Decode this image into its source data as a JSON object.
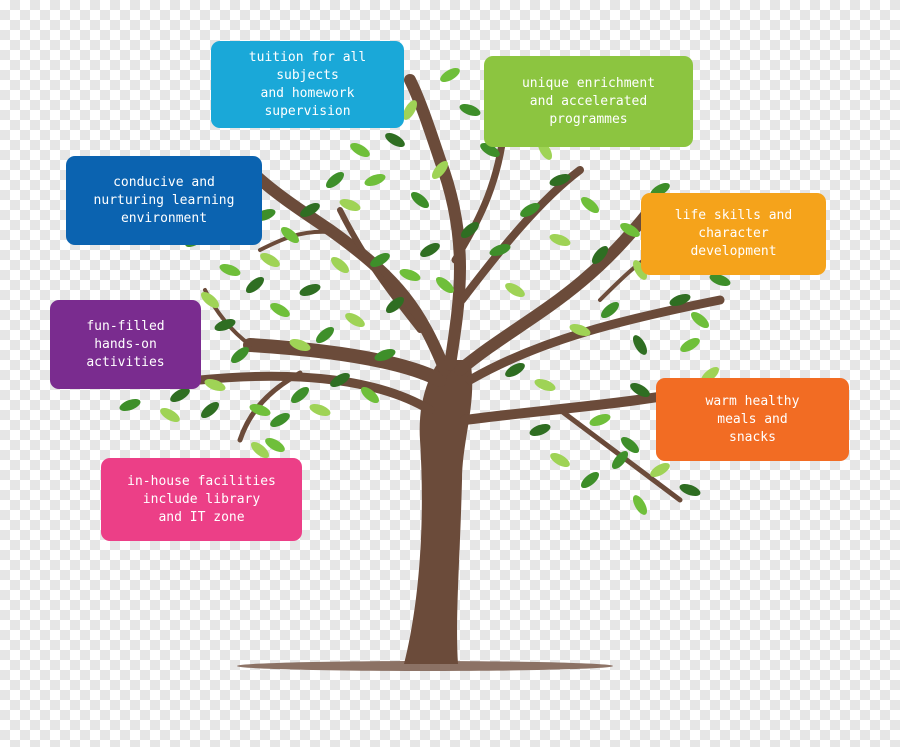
{
  "boxes": {
    "tuition": {
      "text": "tuition for all subjects\nand homework\nsupervision",
      "color": "#1aa8d8"
    },
    "enrich": {
      "text": "unique enrichment\nand accelerated\nprogrammes",
      "color": "#8cc540"
    },
    "conducive": {
      "text": "conducive and\nnurturing learning\nenvironment",
      "color": "#0b63b0"
    },
    "life": {
      "text": "life skills and\ncharacter\ndevelopment",
      "color": "#f5a31b"
    },
    "fun": {
      "text": "fun-filled\nhands-on\nactivities",
      "color": "#7a2c8f"
    },
    "meals": {
      "text": "warm healthy\nmeals and\nsnacks",
      "color": "#f26c23"
    },
    "facility": {
      "text": "in-house facilities\ninclude library\nand IT zone",
      "color": "#ec3f87"
    }
  },
  "tree": {
    "trunk_color": "#6b4b3a",
    "leaf_colors": [
      "#6fbf3a",
      "#3e8f2a",
      "#9fd356",
      "#2f6e22"
    ],
    "ground_color": "#7a5c4c"
  }
}
